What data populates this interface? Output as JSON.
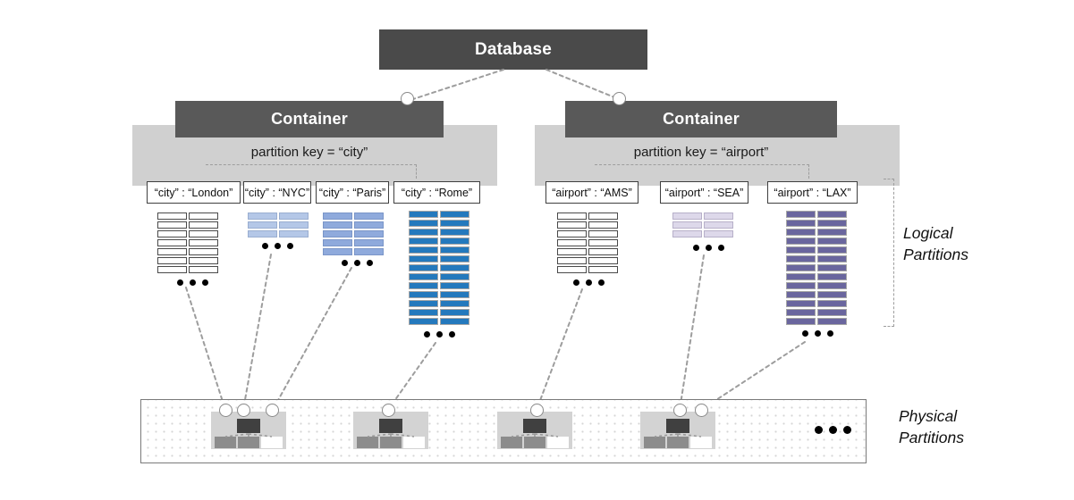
{
  "diagram": {
    "title_box": {
      "label": "Database"
    },
    "containers": [
      {
        "label": "Container",
        "partition_key_label": "partition key = “city”",
        "partitions": [
          {
            "chip": "“city” : “London”",
            "rows": 7,
            "color": "white",
            "ellipsis": "•••"
          },
          {
            "chip": "“city” : “NYC”",
            "rows": 3,
            "color": "lblue",
            "ellipsis": "•••"
          },
          {
            "chip": "“city” : “Paris”",
            "rows": 5,
            "color": "mblue",
            "ellipsis": "•••"
          },
          {
            "chip": "“city” : “Rome”",
            "rows": 13,
            "color": "dblue",
            "ellipsis": "•••"
          }
        ]
      },
      {
        "label": "Container",
        "partition_key_label": "partition key = “airport”",
        "partitions": [
          {
            "chip": "“airport” : “AMS”",
            "rows": 7,
            "color": "white",
            "ellipsis": "•••"
          },
          {
            "chip": "“airport” : “SEA”",
            "rows": 3,
            "color": "lpurp",
            "ellipsis": "•••"
          },
          {
            "chip": "“airport” : “LAX”",
            "rows": 13,
            "color": "dpurp",
            "ellipsis": "•••"
          }
        ]
      }
    ],
    "side_labels": {
      "logical_line1": "Logical",
      "logical_line2": "Partitions",
      "physical_line1": "Physical",
      "physical_line2": "Partitions"
    },
    "physical": {
      "count": 4,
      "overflow_ellipsis": "•••",
      "replica_leaves": [
        "gray",
        "gray",
        "white"
      ]
    },
    "colors": {
      "database_box": "#4a4a4a",
      "container_box": "#595959",
      "gray_panel": "#d0d0d0",
      "rome_blue": "#2479bd",
      "paris_blue": "#8faadc",
      "nyc_blue": "#b4c7e7",
      "lax_purple": "#6a669e",
      "sea_purple": "#ddd8ea",
      "connector": "#9d9d9d"
    }
  }
}
